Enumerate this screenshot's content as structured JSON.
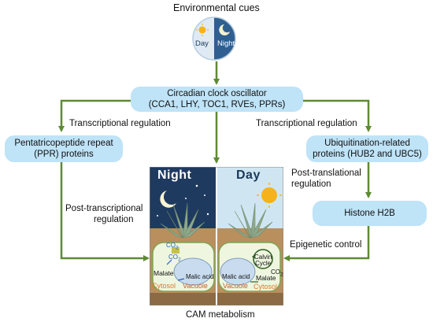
{
  "header": {
    "title": "Environmental cues",
    "day_label": "Day",
    "night_label": "Night"
  },
  "clock": {
    "line1": "Circadian clock oscillator",
    "line2": "(CCA1, LHY, TOC1, RVEs, PPRs)"
  },
  "left": {
    "edge_label": "Transcriptional regulation",
    "box_line1": "Pentatricopeptide repeat",
    "box_line2": "(PPR) proteins",
    "post_line1": "Post-transcriptional",
    "post_line2": "regulation"
  },
  "right": {
    "edge_label": "Transcriptional regulation",
    "box_line1": "Ubiquitination-related",
    "box_line2": "proteins (HUB2 and UBC5)",
    "post_line1": "Post-translational",
    "post_line2": "regulation",
    "histone": "Histone H2B",
    "epi_label": "Epigenetic control"
  },
  "cam": {
    "night_title": "Night",
    "day_title": "Day",
    "co2": "CO",
    "co2_sub": "2",
    "malate": "Malate",
    "malic_acid": "Malic acid",
    "vacuole": "Vacuole",
    "cytosol": "Cytosol",
    "calvin_line1": "Calvin",
    "calvin_line2": "Cycle",
    "footer": "CAM metabolism"
  },
  "colors": {
    "arrow": "#5f8a33",
    "box": "#bfe3f7",
    "night_sky": "#1f3a5f",
    "day_sky": "#cfe6f2",
    "soil": "#b98f5e",
    "sun": "#f6b21a"
  }
}
